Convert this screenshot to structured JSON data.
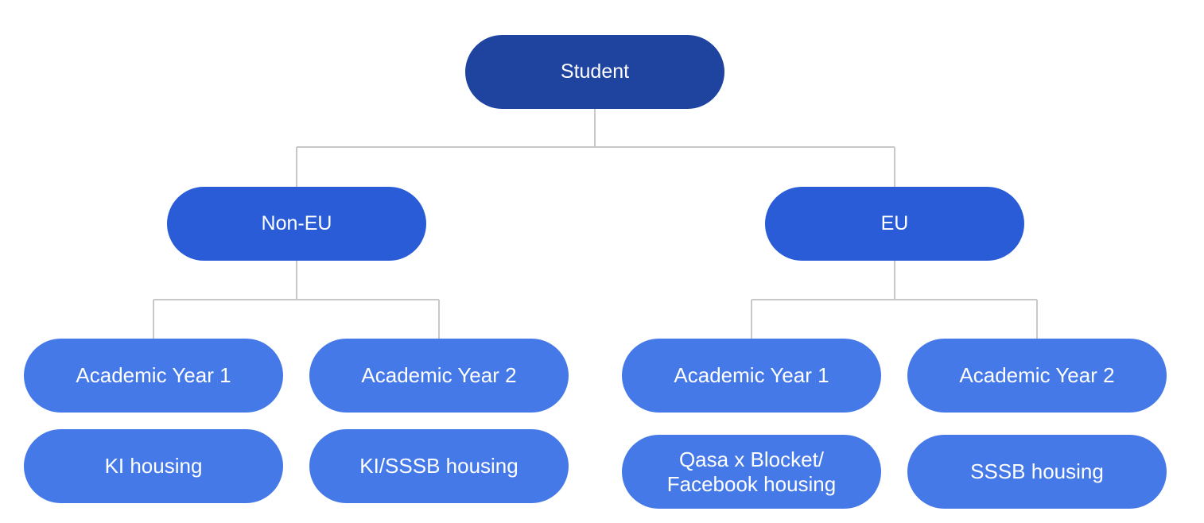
{
  "diagram": {
    "root": {
      "label": "Student"
    },
    "groups": [
      {
        "label": "Non-EU",
        "years": [
          {
            "label": "Academic Year 1",
            "housing": "KI housing"
          },
          {
            "label": "Academic Year 2",
            "housing": "KI/SSSB housing"
          }
        ]
      },
      {
        "label": "EU",
        "years": [
          {
            "label": "Academic Year 1",
            "housing": "Qasa x Blocket/ Facebook housing"
          },
          {
            "label": "Academic Year 2",
            "housing": "SSSB housing"
          }
        ]
      }
    ],
    "colors": {
      "root_fill": "#1e44a0",
      "group_fill": "#2a5cd8",
      "leaf_fill": "#4579e8",
      "connector": "#c8c8c8",
      "text": "#ffffff"
    }
  }
}
